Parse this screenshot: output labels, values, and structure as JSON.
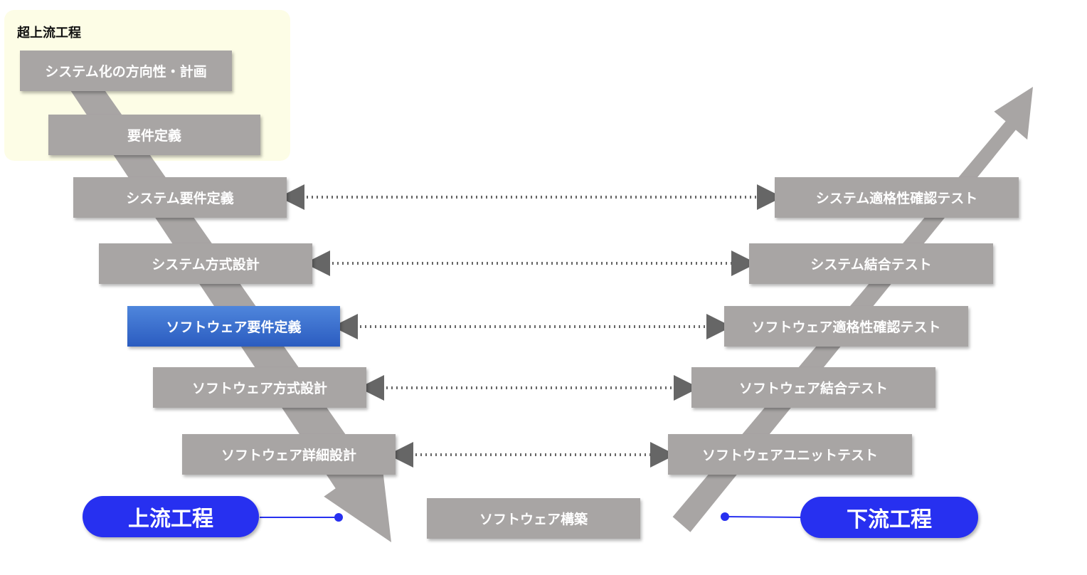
{
  "super_upstream": {
    "label": "超上流工程"
  },
  "left_phases": [
    {
      "label": "システム化の方向性・計画"
    },
    {
      "label": "要件定義"
    },
    {
      "label": "システム要件定義"
    },
    {
      "label": "システム方式設計"
    },
    {
      "label": "ソフトウェア要件定義",
      "highlighted": true
    },
    {
      "label": "ソフトウェア方式設計"
    },
    {
      "label": "ソフトウェア詳細設計"
    }
  ],
  "bottom_phase": {
    "label": "ソフトウェア構築"
  },
  "right_phases": [
    {
      "label": "システム適格性確認テスト"
    },
    {
      "label": "システム結合テスト"
    },
    {
      "label": "ソフトウェア適格性確認テスト"
    },
    {
      "label": "ソフトウェア結合テスト"
    },
    {
      "label": "ソフトウェアユニットテスト"
    }
  ],
  "upstream": {
    "label": "上流工程"
  },
  "downstream": {
    "label": "下流工程"
  },
  "colors": {
    "box": "#a8a5a4",
    "highlight": "#3a6fd0",
    "pill": "#2730f0",
    "arrow": "#a8a5a4",
    "connector": "#666666",
    "super_area": "#fdfde6"
  }
}
